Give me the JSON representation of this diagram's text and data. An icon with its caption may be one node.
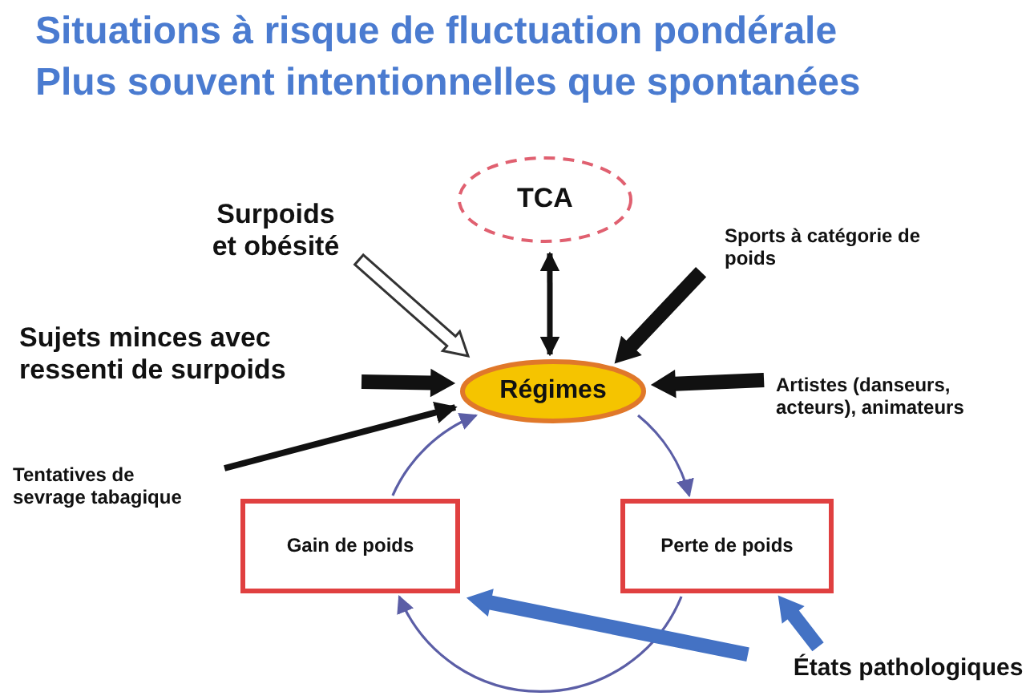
{
  "diagram": {
    "title": "Situations à risque de fluctuation pondérale",
    "nodes": [
      {
        "text": [
          "TCA"
        ]
      },
      {
        "text": [
          "Surpoids et obésité"
        ]
      },
      {
        "text": [
          "Sports à catégorie de poids"
        ]
      },
      {
        "text": [
          "Sujets minces avec ressenti de surpoids"
        ]
      },
      {
        "text": [
          "Régimes"
        ]
      },
      {
        "text": [
          "Artistes (danseurs, acteurs), animateurs"
        ]
      },
      {
        "text": [
          "Tentatives de sevrage tabagique"
        ]
      },
      {
        "text": [
          "Gain de poids"
        ]
      },
      {
        "text": [
          "Perte de poids"
        ]
      },
      {
        "text": [
          "États pathologiques"
        ]
      }
    ],
    "edges": [
      {
        "from": 0,
        "to": 4,
        "arrow": "both",
        "style": "thick",
        "color": "#111111"
      },
      {
        "from": 1,
        "to": 4,
        "arrow": "to",
        "style": "thick",
        "color": "#ffffff"
      },
      {
        "from": 2,
        "to": 4,
        "arrow": "to",
        "style": "thick",
        "color": "#111111"
      },
      {
        "from": 3,
        "to": 4,
        "arrow": "to",
        "style": "thick",
        "color": "#111111"
      },
      {
        "from": 5,
        "to": 4,
        "arrow": "to",
        "style": "thick",
        "color": "#111111"
      },
      {
        "from": 6,
        "to": 4,
        "arrow": "to",
        "style": "thick",
        "color": "#111111"
      },
      {
        "from": 4,
        "to": 8,
        "arrow": "to"
      },
      {
        "from": 8,
        "to": 7,
        "arrow": "to"
      },
      {
        "from": 7,
        "to": 4,
        "arrow": "to"
      },
      {
        "from": 9,
        "to": 7,
        "arrow": "to",
        "style": "thick",
        "color": "#4472c4"
      },
      {
        "from": 9,
        "to": 8,
        "arrow": "to",
        "style": "thick",
        "color": "#4472c4"
      }
    ],
    "labels": [
      "Plus souvent intentionnelles que spontanées"
    ]
  }
}
